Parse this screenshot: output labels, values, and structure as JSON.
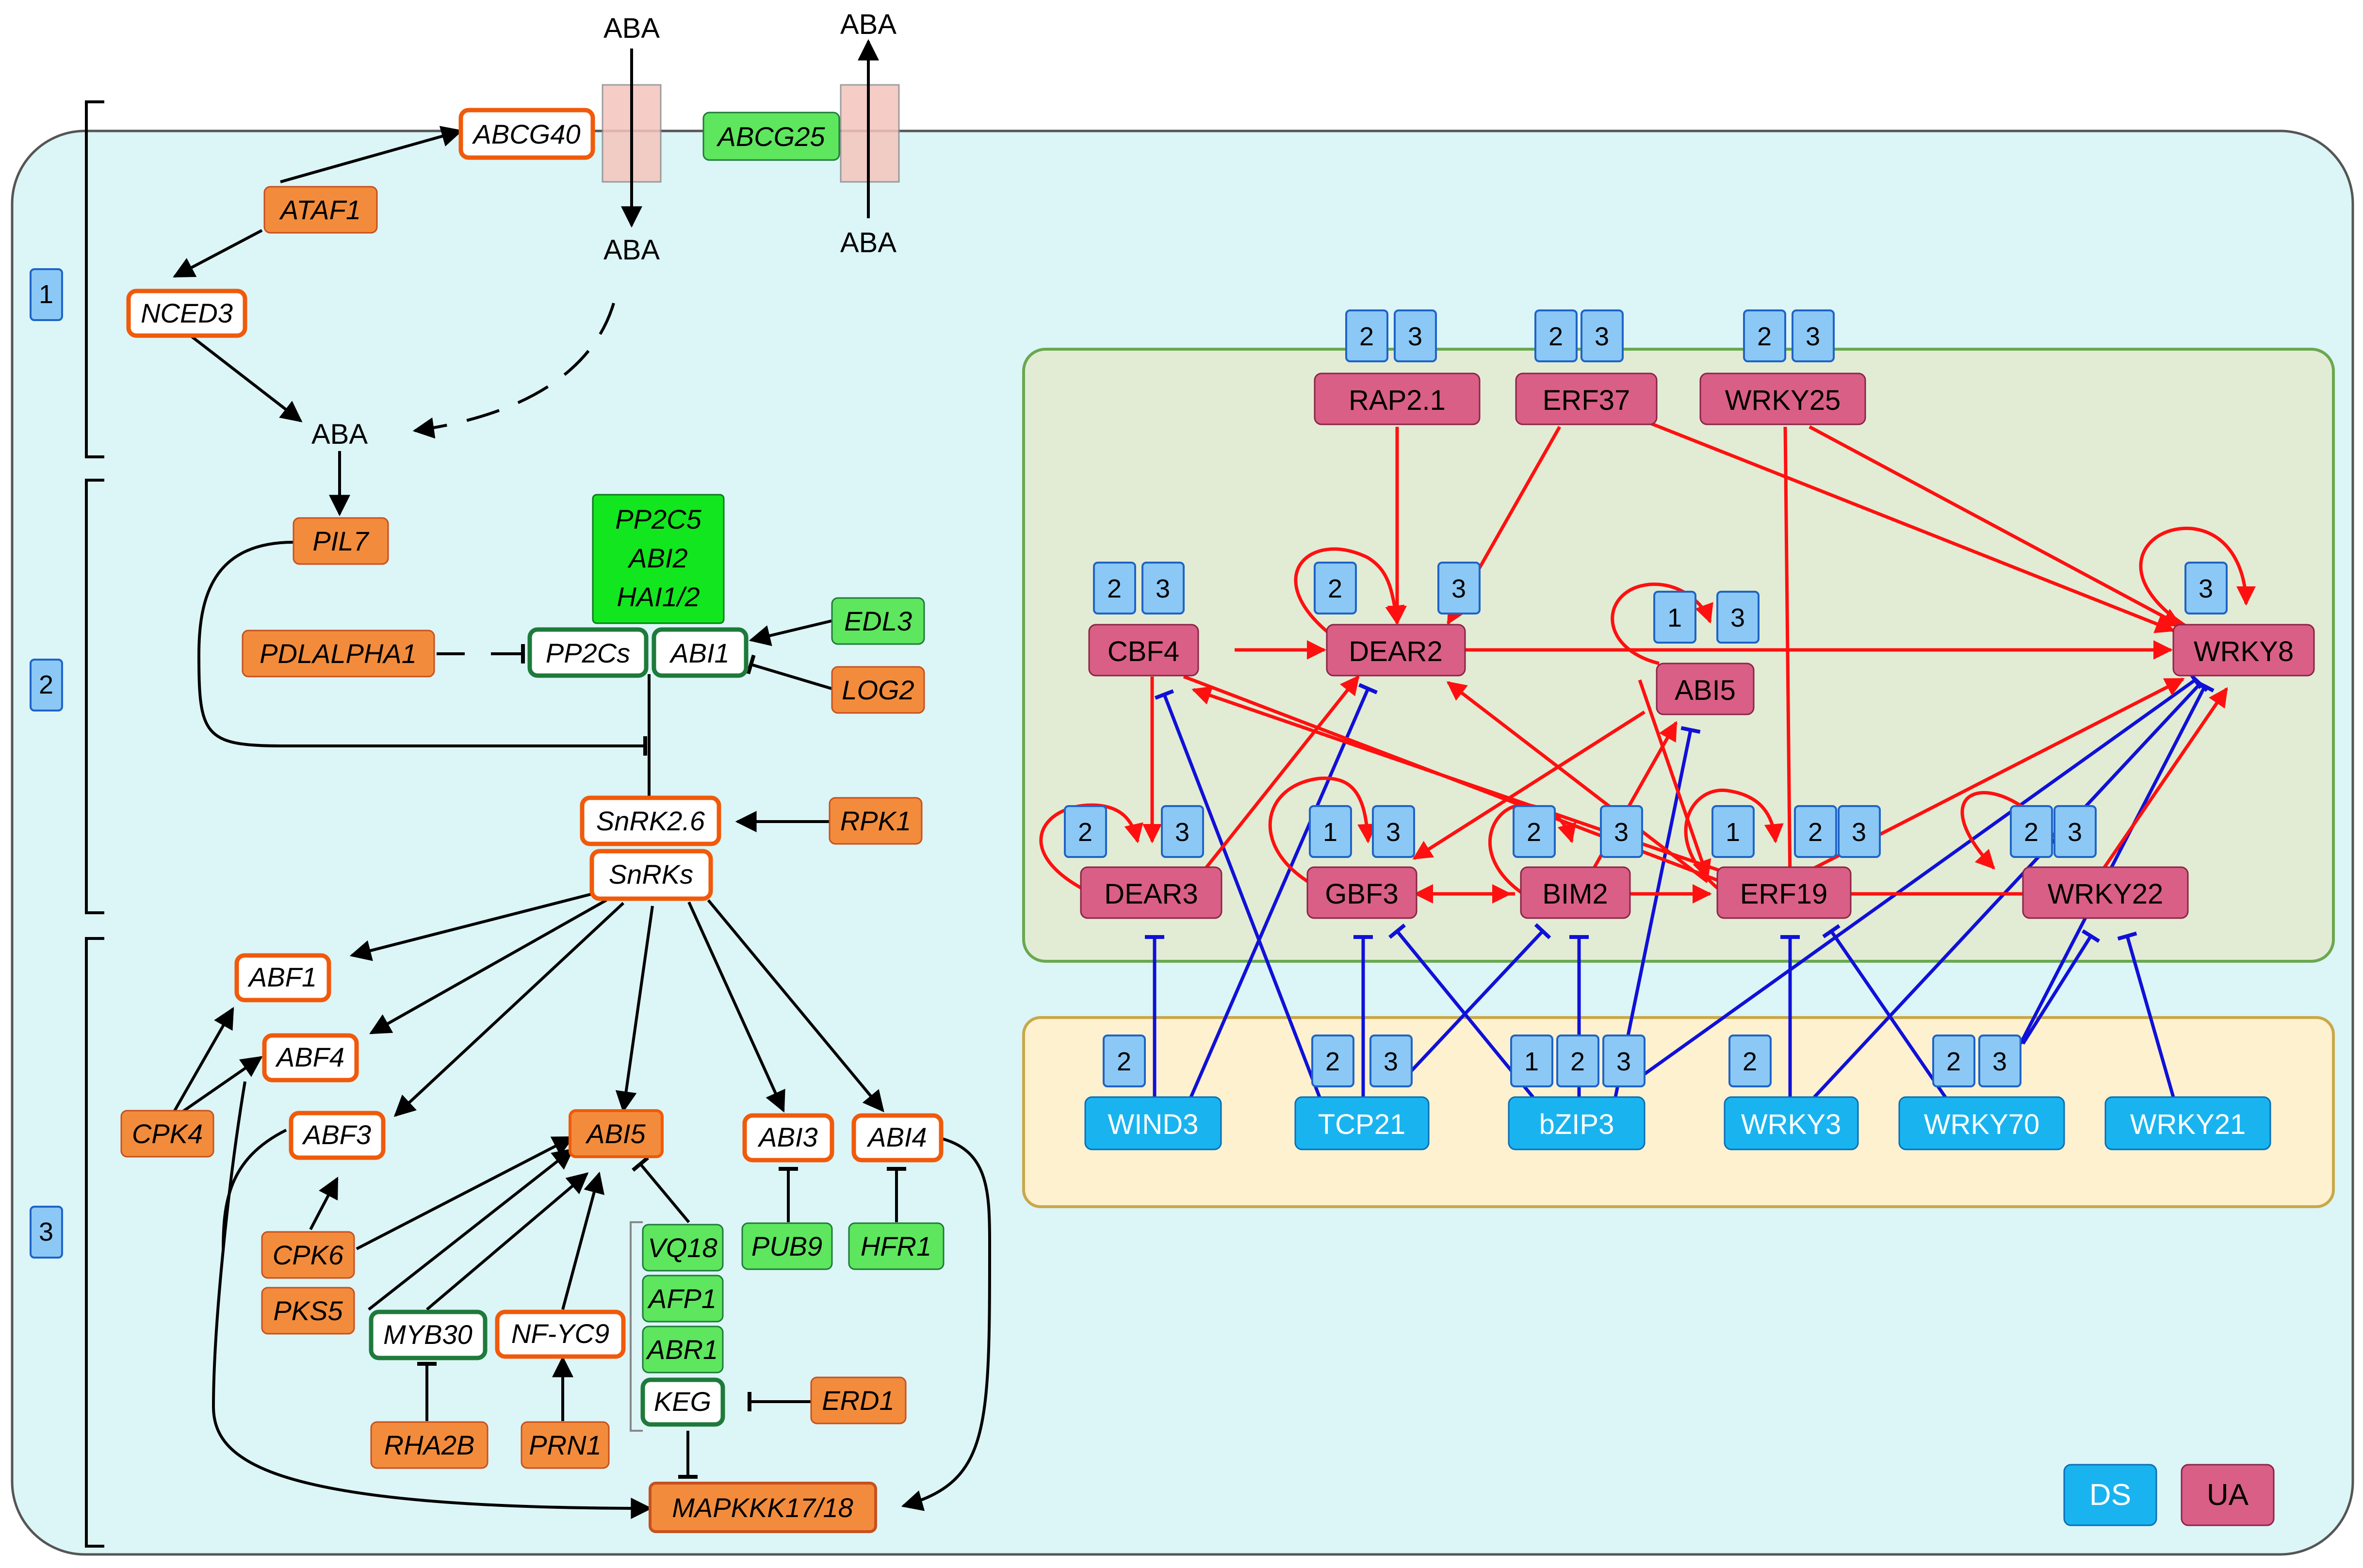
{
  "aba_labels": {
    "top_in": "ABA",
    "bottom_in": "ABA",
    "top_out": "ABA",
    "bottom_out": "ABA",
    "center": "ABA"
  },
  "stages": [
    "1",
    "2",
    "3"
  ],
  "left_nodes": {
    "abcg40": "ABCG40",
    "abcg25": "ABCG25",
    "ataf1": "ATAF1",
    "nced3": "NCED3",
    "pil7": "PIL7",
    "pp2c_group": [
      "PP2C5",
      "ABI2",
      "HAI1/2"
    ],
    "pdlalpha1": "PDLALPHA1",
    "pp2cs": "PP2Cs",
    "abi1": "ABI1",
    "edl3": "EDL3",
    "log2": "LOG2",
    "snrk26": "SnRK2.6",
    "rpk1": "RPK1",
    "snrks": "SnRKs",
    "abf1": "ABF1",
    "abf4": "ABF4",
    "abf3": "ABF3",
    "cpk4": "CPK4",
    "cpk6": "CPK6",
    "pks5": "PKS5",
    "abi5": "ABI5",
    "abi3": "ABI3",
    "abi4": "ABI4",
    "myb30": "MYB30",
    "nfyc9": "NF-YC9",
    "vq18": "VQ18",
    "afp1": "AFP1",
    "abr1": "ABR1",
    "keg": "KEG",
    "erd1": "ERD1",
    "pub9": "PUB9",
    "hfr1": "HFR1",
    "rha2b": "RHA2B",
    "prn1": "PRN1",
    "mapkkk": "MAPKKK17/18"
  },
  "ua_nodes": {
    "rap21": "RAP2.1",
    "erf37": "ERF37",
    "wrky25": "WRKY25",
    "cbf4": "CBF4",
    "dear2": "DEAR2",
    "abi5": "ABI5",
    "wrky8": "WRKY8",
    "dear3": "DEAR3",
    "gbf3": "GBF3",
    "bim2": "BIM2",
    "erf19": "ERF19",
    "wrky22": "WRKY22"
  },
  "ds_nodes": {
    "wind3": "WIND3",
    "tcp21": "TCP21",
    "bzip3": "bZIP3",
    "wrky3": "WRKY3",
    "wrky70": "WRKY70",
    "wrky21": "WRKY21"
  },
  "legend": {
    "ds": "DS",
    "ua": "UA"
  },
  "colors": {
    "cell_bg": "#dcf5f7",
    "ua_panel": "#e2ecd4",
    "ds_panel": "#fdf1d0",
    "orange": "#f28c3c",
    "orange_border": "#f05a0a",
    "green_fill": "#5ee65e",
    "green_border": "#1e7a3a",
    "ua_fill": "#d95f86",
    "ds_fill": "#19b4f0",
    "badge": "#8cc8f5",
    "activation_red": "#ff1010",
    "repression_blue": "#1010d8"
  }
}
